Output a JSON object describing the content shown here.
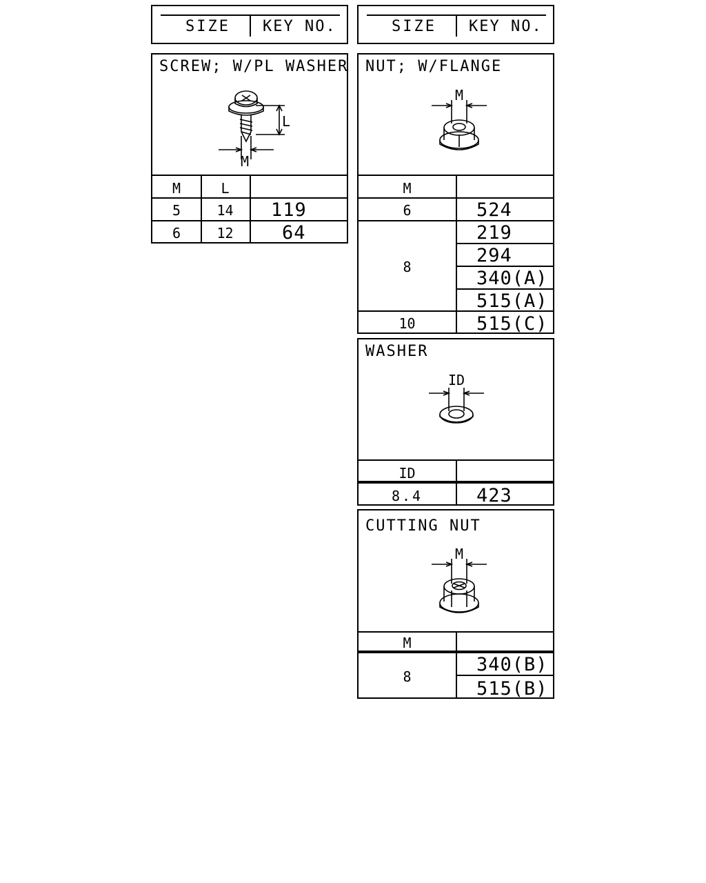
{
  "header": {
    "size_label": "SIZE",
    "key_label": "KEY NO."
  },
  "screw": {
    "title": "SCREW; W/PL WASHER",
    "dim_m": "M",
    "dim_l": "L",
    "columns": [
      "M",
      "L",
      ""
    ],
    "rows": [
      {
        "m": "5",
        "l": "14",
        "key": "119"
      },
      {
        "m": "6",
        "l": "12",
        "key": "64"
      }
    ]
  },
  "nut_flange": {
    "title": "NUT; W/FLANGE",
    "dim_m": "M",
    "columns": [
      "M",
      ""
    ],
    "rows": [
      {
        "m": "6",
        "keys": [
          "524"
        ]
      },
      {
        "m": "8",
        "keys": [
          "219",
          "294",
          "340(A)",
          "515(A)"
        ]
      },
      {
        "m": "10",
        "keys": [
          "515(C)"
        ]
      }
    ]
  },
  "washer": {
    "title": "WASHER",
    "dim_id": "ID",
    "columns": [
      "ID",
      ""
    ],
    "rows": [
      {
        "id": "8.4",
        "key": "423"
      }
    ]
  },
  "cutting_nut": {
    "title": "CUTTING NUT",
    "dim_m": "M",
    "columns": [
      "M",
      ""
    ],
    "rows": [
      {
        "m": "8",
        "keys": [
          "340(B)",
          "515(B)"
        ]
      }
    ]
  }
}
